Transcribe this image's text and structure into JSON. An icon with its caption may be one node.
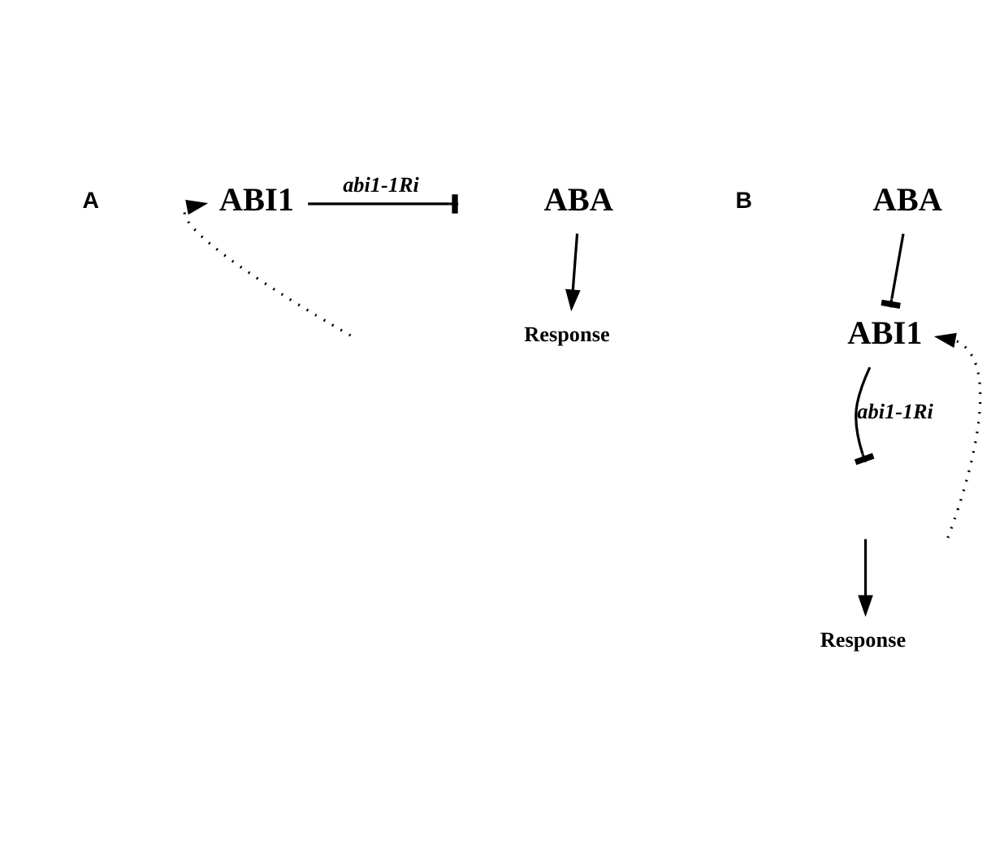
{
  "diagram": {
    "nodes": [
      {
        "text": [
          "ABA"
        ]
      },
      {
        "text": [
          "ABI1"
        ]
      },
      {
        "text": [
          "Response"
        ]
      },
      {
        "text": [
          "ABA"
        ]
      },
      {
        "text": [
          "ABI1"
        ]
      },
      {
        "text": [
          "Response"
        ]
      }
    ],
    "edges": [
      {
        "from": 0,
        "to": 2,
        "arrow": "to"
      },
      {
        "from": null,
        "to": 1,
        "arrow": "to",
        "style": "dashed"
      },
      {
        "from": 1,
        "to": null,
        "arrow": "other",
        "label": "abi1-1Ri"
      },
      {
        "from": 3,
        "to": 4,
        "arrow": "other"
      },
      {
        "from": null,
        "to": 4,
        "arrow": "to",
        "style": "dashed"
      },
      {
        "from": 4,
        "to": null,
        "arrow": "other",
        "label": "abi1-1Ri"
      },
      {
        "from": null,
        "to": 5,
        "arrow": "to"
      }
    ],
    "labels": [
      "A",
      "B"
    ]
  }
}
